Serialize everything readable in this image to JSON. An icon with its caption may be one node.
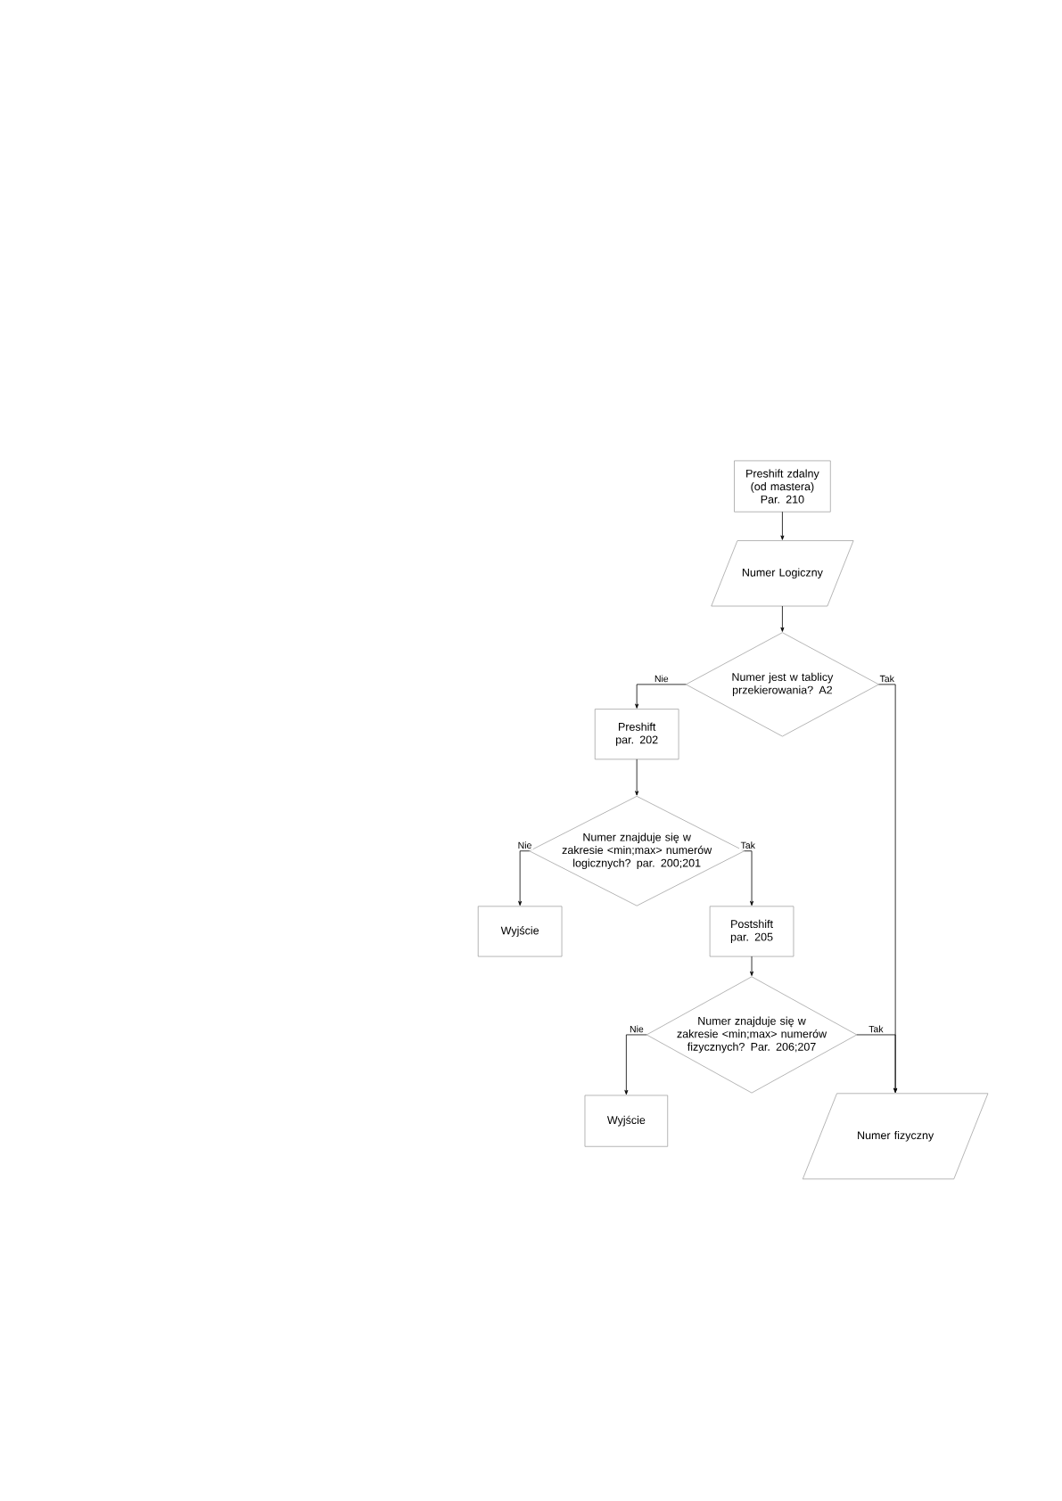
{
  "diagram": {
    "nodes": [
      {
        "text": [
          "Preshift zdalny (od mastera) Par. 210"
        ]
      },
      {
        "text": [
          "Numer Logiczny"
        ]
      },
      {
        "text": [
          "Numer jest w tablicy przekierowania? A2"
        ]
      },
      {
        "text": [
          "Preshift par. 202"
        ]
      },
      {
        "text": [
          "Numer znajduje się w zakresie <min;max> numerów logicznych? par. 200;201"
        ]
      },
      {
        "text": [
          "Wyjście"
        ]
      },
      {
        "text": [
          "Postshift par. 205"
        ]
      },
      {
        "text": [
          "Numer znajduje się w zakresie <min;max> numerów fizycznych? Par. 206;207"
        ]
      },
      {
        "text": [
          "Wyjście"
        ]
      },
      {
        "text": [
          "Numer fizyczny"
        ]
      }
    ],
    "edges": [
      {
        "from": 0,
        "to": 1,
        "arrow": "to"
      },
      {
        "from": 1,
        "to": 2,
        "arrow": "to"
      },
      {
        "from": 2,
        "to": 3,
        "arrow": "to",
        "label": "Nie"
      },
      {
        "from": 2,
        "to": 9,
        "arrow": "to",
        "label": "Tak"
      },
      {
        "from": 3,
        "to": 4,
        "arrow": "to"
      },
      {
        "from": 4,
        "to": 5,
        "arrow": "to",
        "label": "Nie"
      },
      {
        "from": 4,
        "to": 6,
        "arrow": "to",
        "label": "Tak"
      },
      {
        "from": 6,
        "to": 7,
        "arrow": "to"
      },
      {
        "from": 7,
        "to": 8,
        "arrow": "to",
        "label": "Nie"
      },
      {
        "from": 7,
        "to": 9,
        "arrow": "to",
        "label": "Tak"
      }
    ]
  }
}
